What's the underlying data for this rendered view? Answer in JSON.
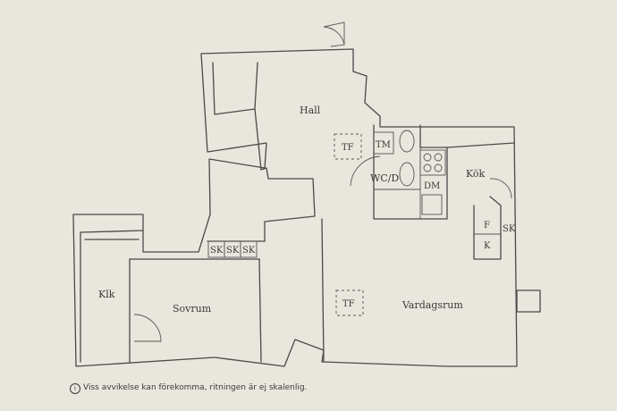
{
  "rooms": {
    "hall": "Hall",
    "kok": "Kök",
    "wcd": "WC/D",
    "vardagsrum": "Vardagsrum",
    "sovrum": "Sovrum",
    "klk": "Klk"
  },
  "fixtures": {
    "tf_hall": "TF",
    "tm": "TM",
    "dm": "DM",
    "sk_1": "SK",
    "sk_2": "SK",
    "sk_3": "SK",
    "sk_kok": "SK",
    "f": "F",
    "k": "K",
    "tf_vardagsrum": "TF"
  },
  "disclaimer": {
    "icon": "i",
    "text": "Viss avvikelse kan förekomma, ritningen är ej skalenlig."
  }
}
